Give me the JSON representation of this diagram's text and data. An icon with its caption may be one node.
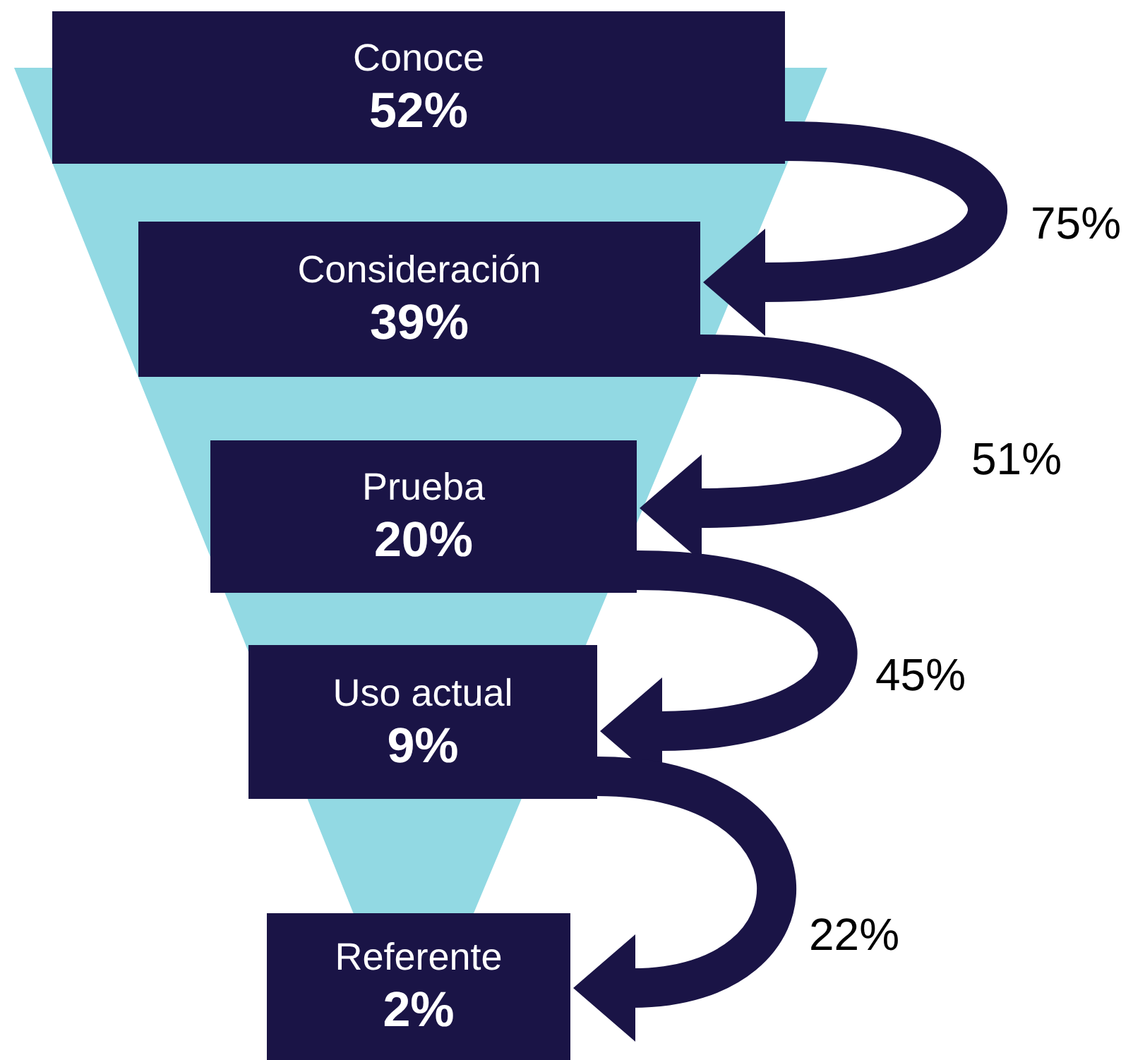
{
  "diagram": {
    "nodes": [
      {
        "text": [
          "Conoce",
          "52%"
        ]
      },
      {
        "text": [
          "Consideración",
          "39%"
        ]
      },
      {
        "text": [
          "Prueba",
          "20%"
        ]
      },
      {
        "text": [
          "Uso actual",
          "9%"
        ]
      },
      {
        "text": [
          "Referente",
          "2%"
        ]
      }
    ],
    "edges": [
      {
        "from": 0,
        "to": 1,
        "arrow": "to",
        "label": "75%"
      },
      {
        "from": 1,
        "to": 2,
        "arrow": "to",
        "label": "51%"
      },
      {
        "from": 2,
        "to": 3,
        "arrow": "to",
        "label": "45%"
      },
      {
        "from": 3,
        "to": 4,
        "arrow": "to",
        "label": "22%"
      }
    ]
  }
}
